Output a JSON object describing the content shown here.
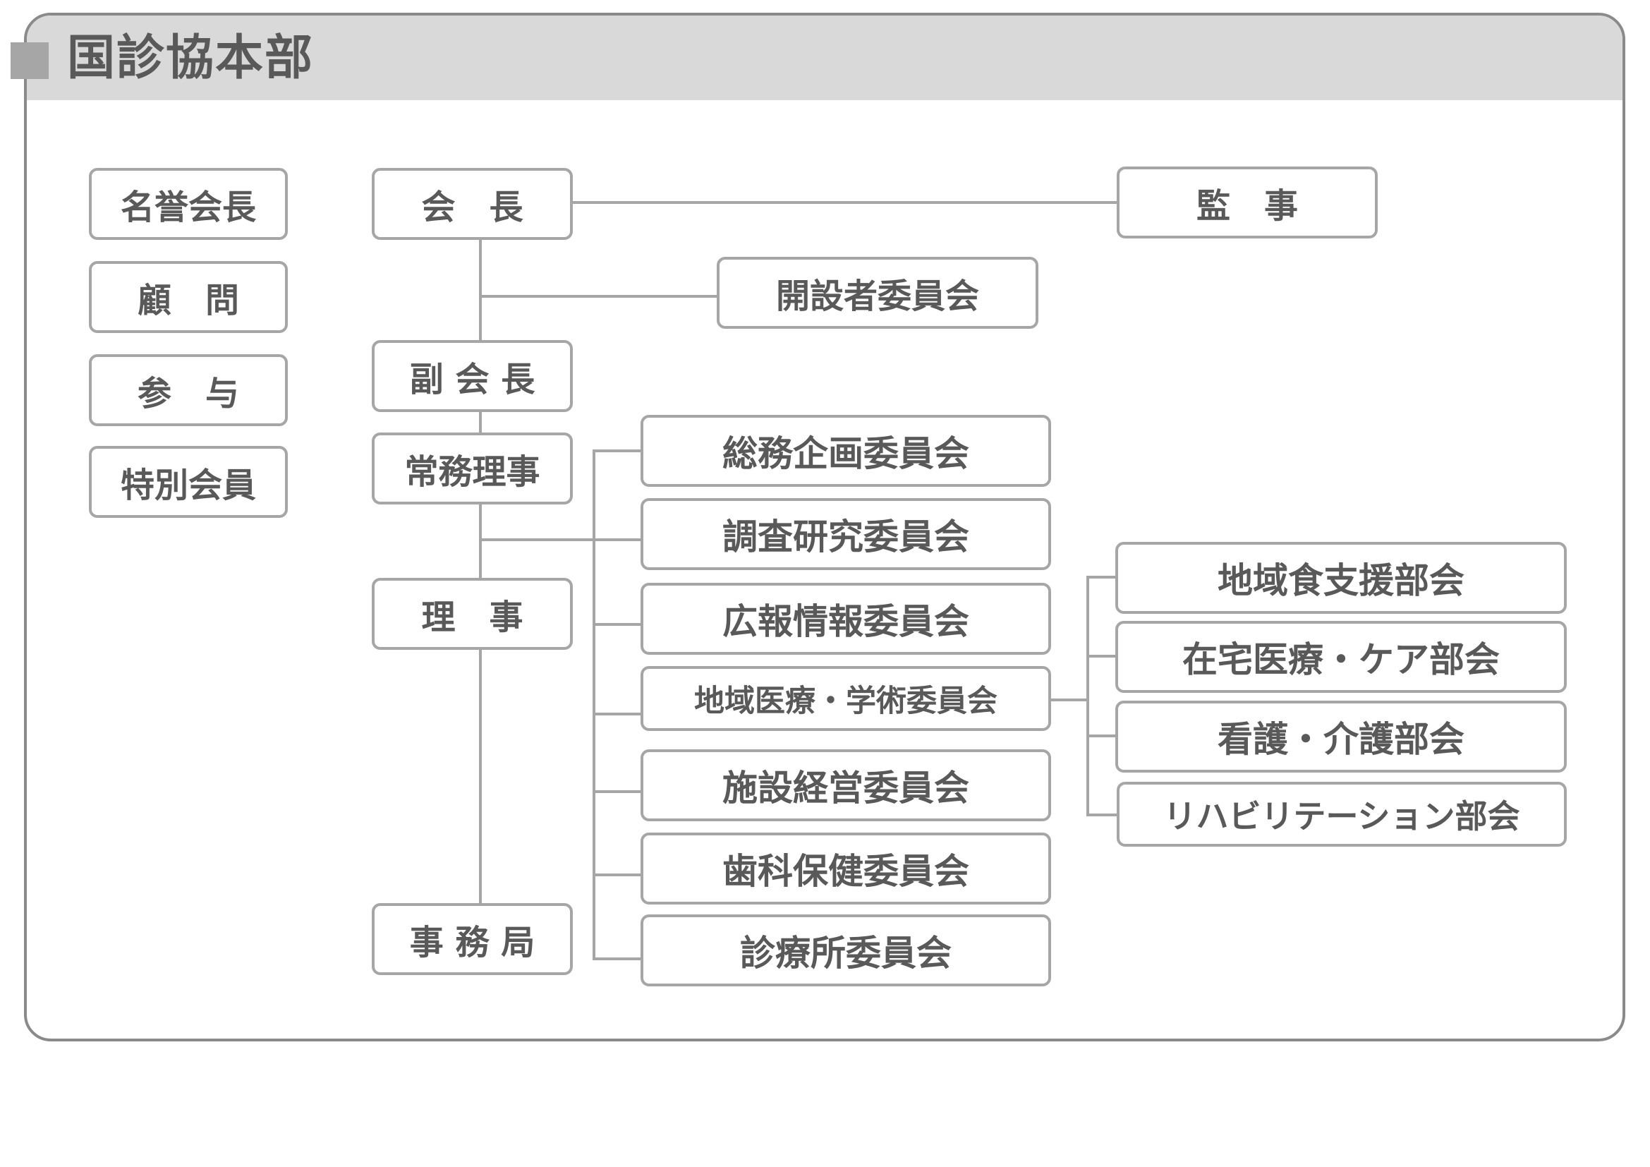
{
  "title": "国診協本部",
  "honorary": {
    "items": [
      {
        "label": "名誉会長"
      },
      {
        "label": "顧　問"
      },
      {
        "label": "参　与"
      },
      {
        "label": "特別会員"
      }
    ]
  },
  "hierarchy": {
    "president": "会　長",
    "auditor": "監　事",
    "founders_committee": "開設者委員会",
    "vice_president": "副 会 長",
    "managing_director": "常務理事",
    "director": "理　事",
    "secretariat": "事 務 局"
  },
  "committees": [
    {
      "label": "総務企画委員会"
    },
    {
      "label": "調査研究委員会"
    },
    {
      "label": "広報情報委員会"
    },
    {
      "label": "地域医療・学術委員会"
    },
    {
      "label": "施設経営委員会"
    },
    {
      "label": "歯科保健委員会"
    },
    {
      "label": "診療所委員会"
    }
  ],
  "subcommittees": [
    {
      "label": "地域食支援部会"
    },
    {
      "label": "在宅医療・ケア部会"
    },
    {
      "label": "看護・介護部会"
    },
    {
      "label": "リハビリテーション部会"
    }
  ]
}
